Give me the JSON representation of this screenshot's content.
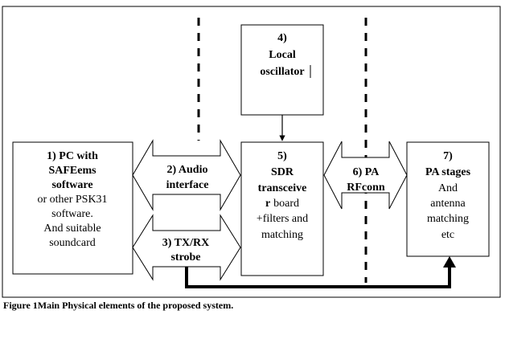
{
  "blocks": {
    "pc": {
      "number_title": "1) PC with",
      "line2": "SAFEems",
      "line3": "software",
      "line4": "or other PSK31",
      "line5": "software.",
      "line6": "And suitable",
      "line7": "soundcard"
    },
    "audio_interface": {
      "line1": "2) Audio",
      "line2": "interface"
    },
    "txrx": {
      "line1": "3) TX/RX",
      "line2": "strobe"
    },
    "local_oscillator": {
      "line1": "4)",
      "line2": "Local",
      "line3": "oscillator"
    },
    "sdr": {
      "line1": "5)",
      "line2": "SDR",
      "line3": "transceive",
      "line4a": "r",
      "line4b": "board",
      "line5": "+filters and",
      "line6": "matching"
    },
    "pa_rfconn": {
      "line1": "6) PA",
      "line2": "RFconn"
    },
    "pa_stages": {
      "line1": "7)",
      "line2": "PA stages",
      "line3": "And",
      "line4": "antenna",
      "line5": "matching",
      "line6": "etc"
    }
  },
  "caption": "Figure 1Main Physical elements of the proposed system."
}
